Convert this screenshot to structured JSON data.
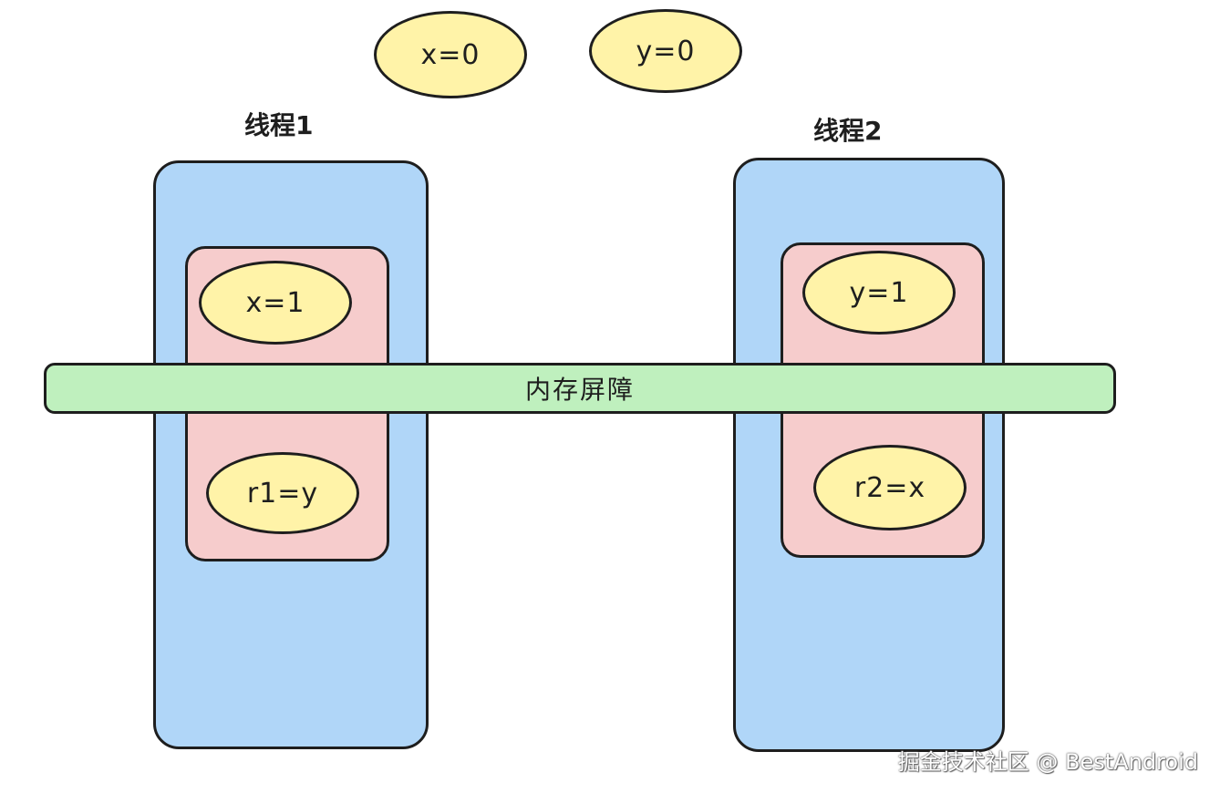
{
  "shared": {
    "x_init": "x=0",
    "y_init": "y=0"
  },
  "thread1": {
    "title": "线程1",
    "store": "x=1",
    "load": "r1=y"
  },
  "thread2": {
    "title": "线程2",
    "store": "y=1",
    "load": "r2=x"
  },
  "barrier": {
    "label": "内存屏障"
  },
  "watermark": "掘金技术社区 @ BestAndroid",
  "colors": {
    "thread_fill": "#b0d6f8",
    "operation_fill": "#f6cccc",
    "variable_fill": "#fff3a8",
    "barrier_fill": "#bff0be",
    "stroke": "#1e1e1e"
  }
}
